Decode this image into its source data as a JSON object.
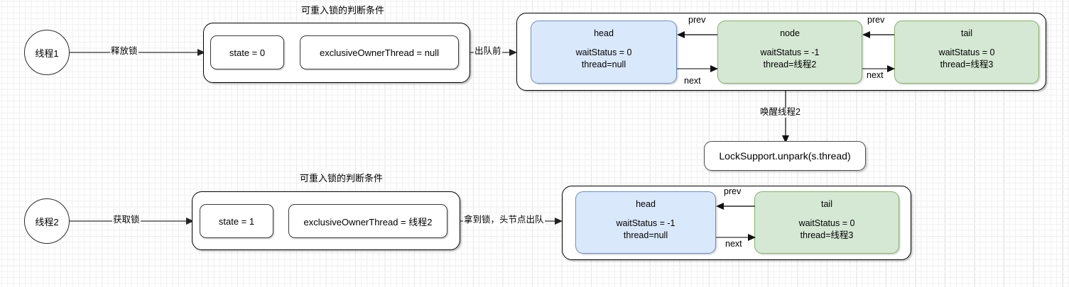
{
  "diagram": {
    "title_top": "可重入锁的判断条件",
    "title_bottom": "可重入锁的判断条件",
    "colors": {
      "head_fill": "#dae8fc",
      "head_stroke": "#6c8ebf",
      "node_fill": "#d5e8d4",
      "node_stroke": "#82b366",
      "outline": "#000000",
      "background": "#ffffff",
      "grid_minor": "#f0f0f0",
      "grid_major": "#d9d9d9"
    }
  },
  "row_top": {
    "thread_circle": "线程1",
    "edge_release": "释放锁",
    "state": "state = 0",
    "owner": "exclusiveOwnerThread = null",
    "edge_before_dequeue": "出队前",
    "queue": [
      {
        "role": "head",
        "wait_status": "waitStatus = 0",
        "thread": "thread=null",
        "fill": "blue"
      },
      {
        "role": "node",
        "wait_status": "waitStatus = -1",
        "thread": "thread=线程2",
        "fill": "green"
      },
      {
        "role": "tail",
        "wait_status": "waitStatus = 0",
        "thread": "thread=线程3",
        "fill": "green"
      }
    ],
    "link_labels": {
      "prev1": "prev",
      "next1": "next",
      "prev2": "prev",
      "next2": "next"
    }
  },
  "middle": {
    "edge_wakeup": "唤醒线程2",
    "unpark_box": "LockSupport.unpark(s.thread)"
  },
  "row_bottom": {
    "thread_circle": "线程2",
    "edge_acquire": "获取锁",
    "state": "state = 1",
    "owner": "exclusiveOwnerThread = 线程2",
    "edge_dequeue": "拿到锁，头节点出队",
    "queue": [
      {
        "role": "head",
        "wait_status": "waitStatus = -1",
        "thread": "thread=null",
        "fill": "blue"
      },
      {
        "role": "tail",
        "wait_status": "waitStatus = 0",
        "thread": "thread=线程3",
        "fill": "green"
      }
    ],
    "link_labels": {
      "prev1": "prev",
      "next1": "next"
    }
  }
}
